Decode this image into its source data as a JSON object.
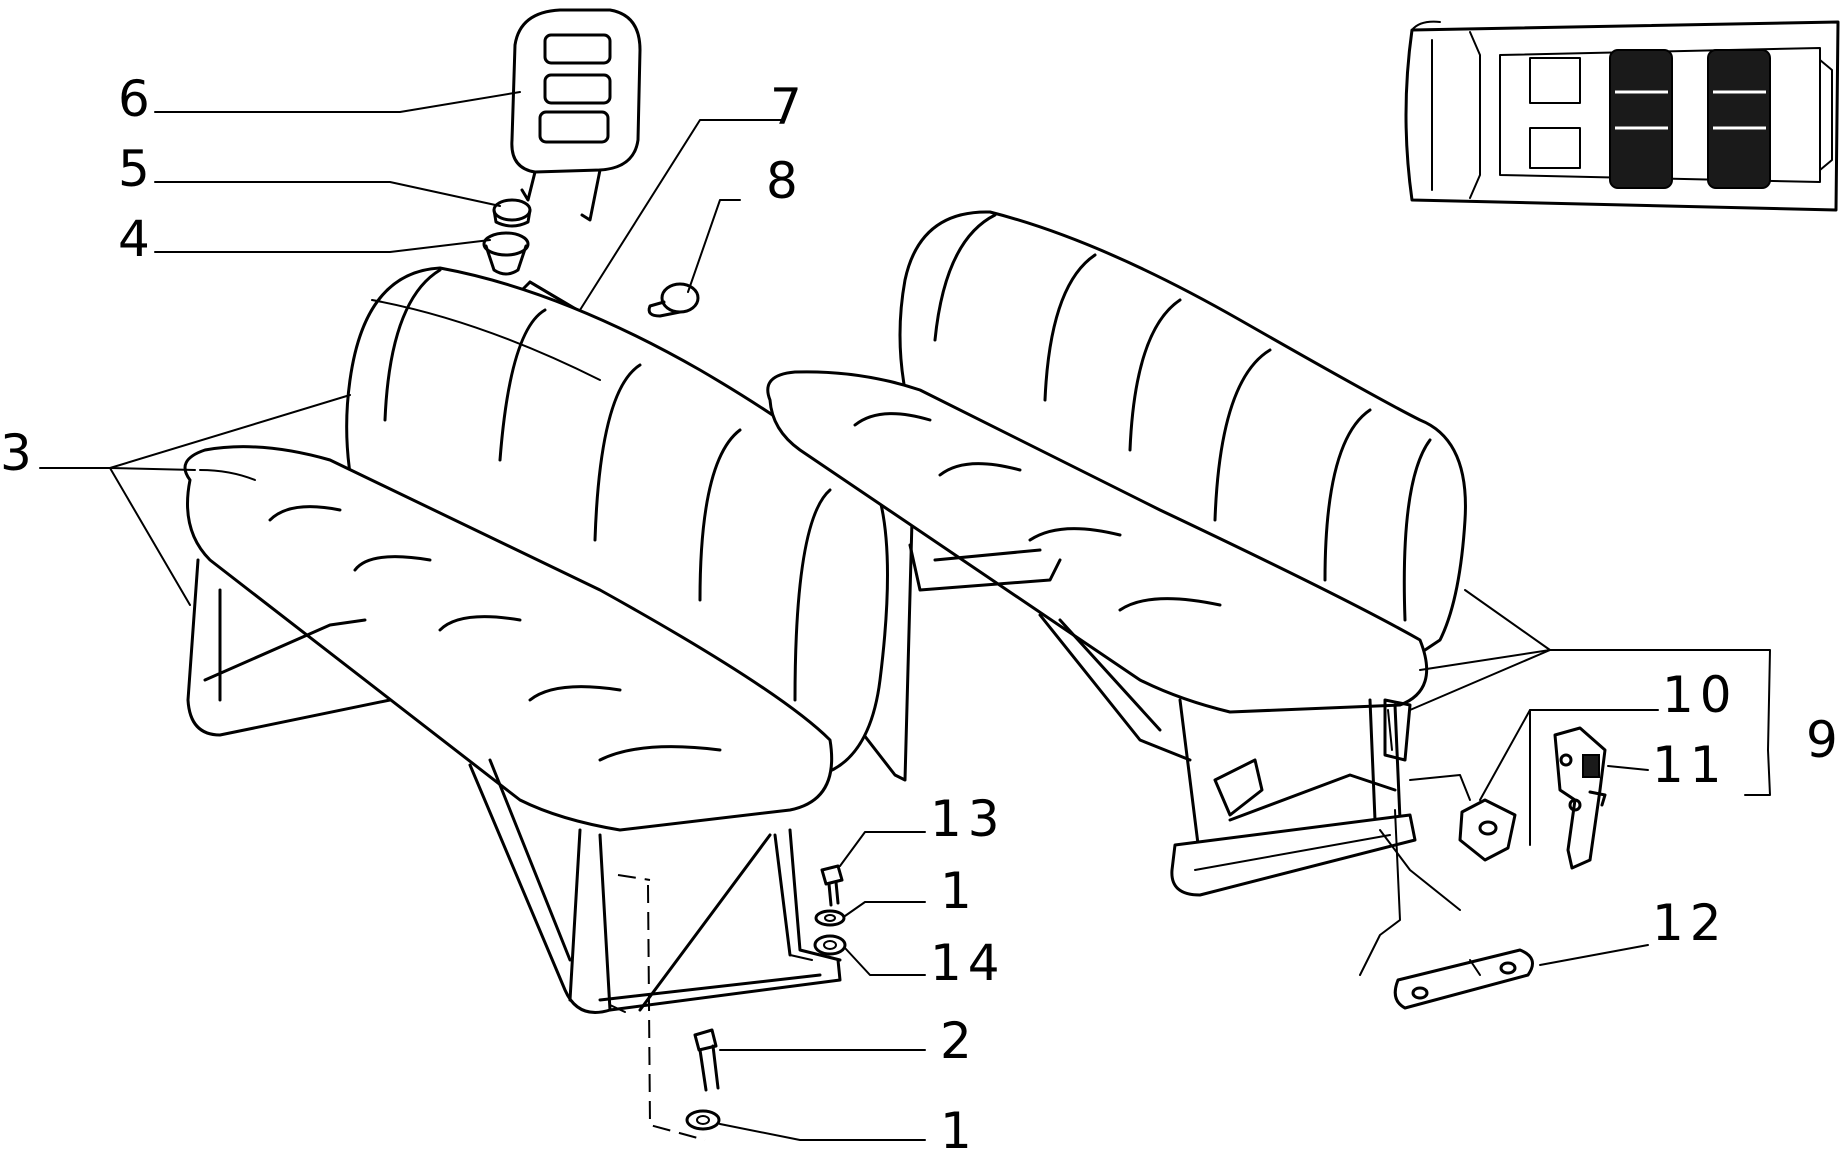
{
  "callouts": [
    {
      "id": "c6",
      "text": "6"
    },
    {
      "id": "c5",
      "text": "5"
    },
    {
      "id": "c4",
      "text": "4"
    },
    {
      "id": "c7",
      "text": "7"
    },
    {
      "id": "c8",
      "text": "8"
    },
    {
      "id": "c3",
      "text": "3"
    },
    {
      "id": "c9",
      "text": "9"
    },
    {
      "id": "c10",
      "text": "10"
    },
    {
      "id": "c11",
      "text": "11"
    },
    {
      "id": "c12",
      "text": "12"
    },
    {
      "id": "c13",
      "text": "13"
    },
    {
      "id": "c1a",
      "text": "1"
    },
    {
      "id": "c14",
      "text": "14"
    },
    {
      "id": "c2",
      "text": "2"
    },
    {
      "id": "c1b",
      "text": "1"
    }
  ],
  "colors": {
    "ink": "#000000",
    "paper": "#ffffff",
    "highlight": "#1a1a1a"
  }
}
